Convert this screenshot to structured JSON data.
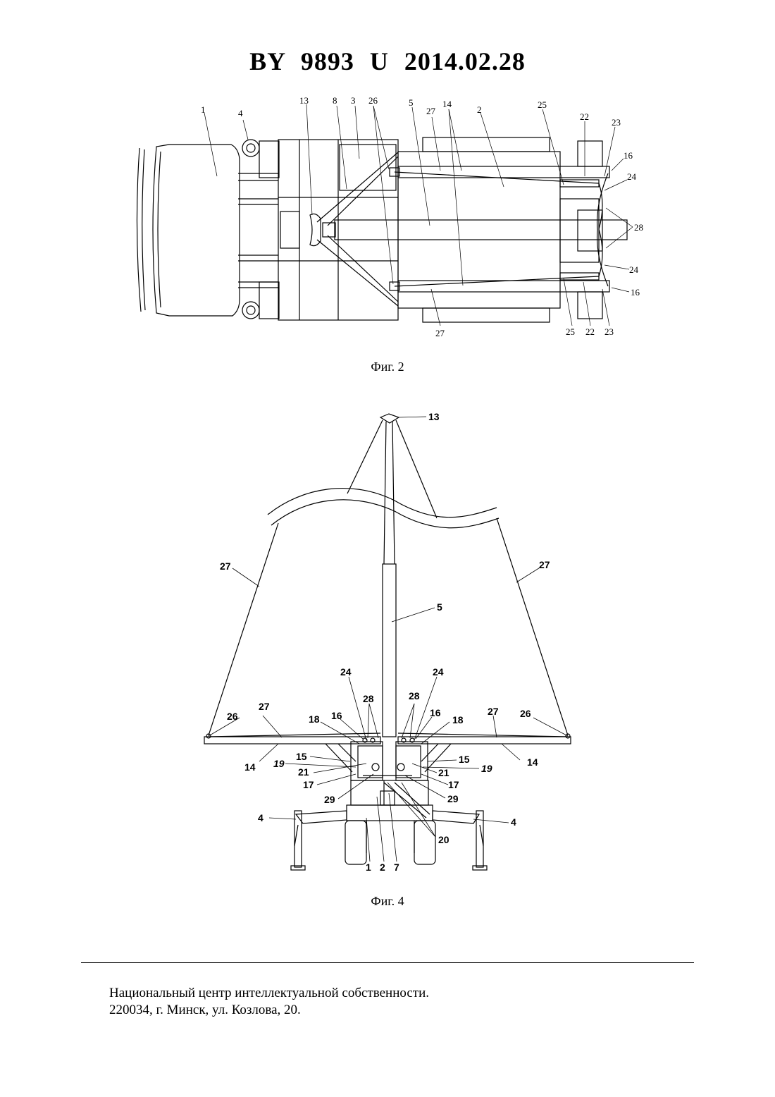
{
  "header": {
    "title": "BY  9893  U  2014.02.28"
  },
  "fig2": {
    "caption": "Фиг. 2",
    "labels": {
      "l1": "1",
      "l4": "4",
      "l13": "13",
      "l8": "8",
      "l3": "3",
      "l26": "26",
      "l5": "5",
      "l27a": "27",
      "l14": "14",
      "l2": "2",
      "l25a": "25",
      "l22a": "22",
      "l23a": "23",
      "l16a": "16",
      "l24a": "24",
      "l28": "28",
      "l24b": "24",
      "l16b": "16",
      "l27b": "27",
      "l25b": "25",
      "l22b": "22",
      "l23b": "23"
    }
  },
  "fig4": {
    "caption": "Фиг. 4",
    "labels": {
      "l13": "13",
      "l27L": "27",
      "l27R": "27",
      "l5": "5",
      "l24L": "24",
      "l24R": "24",
      "l28L": "28",
      "l28R": "28",
      "l26L": "26",
      "l27bL": "27",
      "l18L": "18",
      "l16L": "16",
      "l16R": "16",
      "l18R": "18",
      "l27bR": "27",
      "l26R": "26",
      "l15L": "15",
      "l15R": "15",
      "l14L": "14",
      "l14R": "14",
      "l19L": "19",
      "l19R": "19",
      "l21L": "21",
      "l21R": "21",
      "l17L": "17",
      "l17R": "17",
      "l29L": "29",
      "l29R": "29",
      "l20": "20",
      "l4L": "4",
      "l4R": "4",
      "l1": "1",
      "l2": "2",
      "l7": "7"
    }
  },
  "footer": {
    "line1": "Национальный центр интеллектуальной собственности.",
    "line2": "220034, г. Минск, ул. Козлова, 20."
  }
}
